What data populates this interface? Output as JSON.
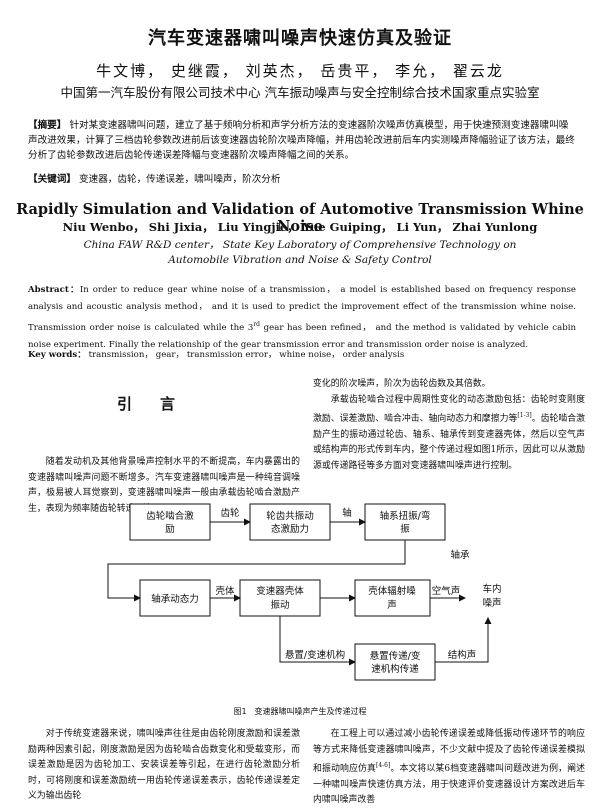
{
  "header": {
    "title": "汽车变速器啸叫噪声快速仿真及验证",
    "authors": "牛文博， 史继霞， 刘英杰， 岳贵平， 李允， 翟云龙",
    "affiliation": "中国第一汽车股份有限公司技术中心 汽车振动噪声与安全控制综合技术国家重点实验室"
  },
  "abstract_cn": {
    "label": "【摘要】",
    "text": "针对某变速器啸叫问题，建立了基于频响分析和声学分析方法的变速器阶次噪声仿真模型，用于快速预测变速器啸叫噪声改进效果，计算了三档齿轮参数改进前后该变速器齿轮阶次噪声降幅，并用齿轮改进前后车内实测噪声降幅验证了该方法，最终分析了齿轮参数改进后齿轮传递误差降幅与变速器阶次噪声降幅之间的关系。"
  },
  "keywords_cn": {
    "label": "【关键词】",
    "text": "变速器，齿轮，传递误差，啸叫噪声，阶次分析"
  },
  "english": {
    "title": "Rapidly Simulation and Validation of Automotive Transmission Whine Noise",
    "authors": "Niu Wenbo， Shi Jixia， Liu Yingjie， Yue Guiping， Li Yun， Zhai Yunlong",
    "affiliation_line1": "China FAW R&D center， State Key Laboratory of Comprehensive Technology on",
    "affiliation_line2": "Automobile Vibration and Noise & Safety Control",
    "abstract_label": "Abstract：",
    "abstract_text_a": "In order to reduce gear whine noise of a transmission， a model is established based on frequency response analysis and acoustic analysis method， and it is used to predict the improvement effect of the transmission whine noise. Transmission order noise is calculated while the 3",
    "abstract_sup": "rd",
    "abstract_text_b": " gear has been refined， and the method is validated by vehicle cabin noise experiment. Finally the relationship of the gear transmission error and transmission order noise is analyzed.",
    "keywords_label": "Key words：",
    "keywords_text": "transmission， gear， transmission error， whine noise， order analysis"
  },
  "section": {
    "heading": "引言"
  },
  "body": {
    "left_para1": "随着发动机及其他背景噪声控制水平的不断提高，车内暴露出的变速器啸叫噪声问题不断增多。汽车变速器啸叫噪声是一种纯音调噪声，极易被人耳觉察到，变速器啸叫噪声一般由承载齿轮啮合激励产生，表现为频率随齿轮转速正比",
    "right_cont": "变化的阶次噪声，阶次为齿轮齿数及其倍数。",
    "right_para2_a": "承载齿轮啮合过程中周期性变化的动态激励包括：齿轮时变刚度激励、误差激励、啮合冲击、轴向动态力和摩擦力等",
    "right_para2_ref": "[1-3]",
    "right_para2_b": "。齿轮啮合激励产生的振动通过轮齿、轴系、轴承传到变速器壳体，然后以空气声或结构声的形式传到车内，整个传递过程如图1所示，因此可以从激励源或传递路径等多方面对变速器啸叫噪声进行控制。",
    "bottom_left": "对于传统变速器来说，啸叫噪声往往是由齿轮刚度激励和误差激励两种因素引起，刚度激励是因为齿轮啮合齿数变化和受载变形，而误差激励是因为齿轮加工、安装误差等引起，在进行齿轮激励分析时，可将刚度和误差激励统一用齿轮传递误差表示，齿轮传递误差定义为输出齿轮",
    "bottom_right_a": "在工程上可以通过减小齿轮传递误差或降低振动传递环节的响应等方式来降低变速器啸叫噪声，不少文献中提及了齿轮传递误差模拟和振动响应仿真",
    "bottom_right_ref": "[4-6]",
    "bottom_right_b": "。本文将以某6档变速器啸叫问题改进为例，阐述一种啸叫噪声快速仿真方法，用于快速评价变速器设计方案改进后车内啸叫噪声改善"
  },
  "figure": {
    "caption": "图1　变速器啸叫噪声产生及传递过程",
    "boxes": {
      "b1": "齿轮啮合激励",
      "b2": "轮齿共振动态激励力",
      "b3": "轴系扭振/弯振",
      "b4": "轴承动态力",
      "b5": "变速器壳体振动",
      "b6": "壳体辐射噪声",
      "b7": "悬置传递/变速机构传递"
    },
    "labels": {
      "l1": "齿轮",
      "l2": "轴",
      "l3": "轴承",
      "l4": "壳体",
      "l5": "空气声",
      "l6": "车内",
      "l6b": "噪声",
      "l7": "悬置/变速机构",
      "l8": "结构声"
    }
  }
}
